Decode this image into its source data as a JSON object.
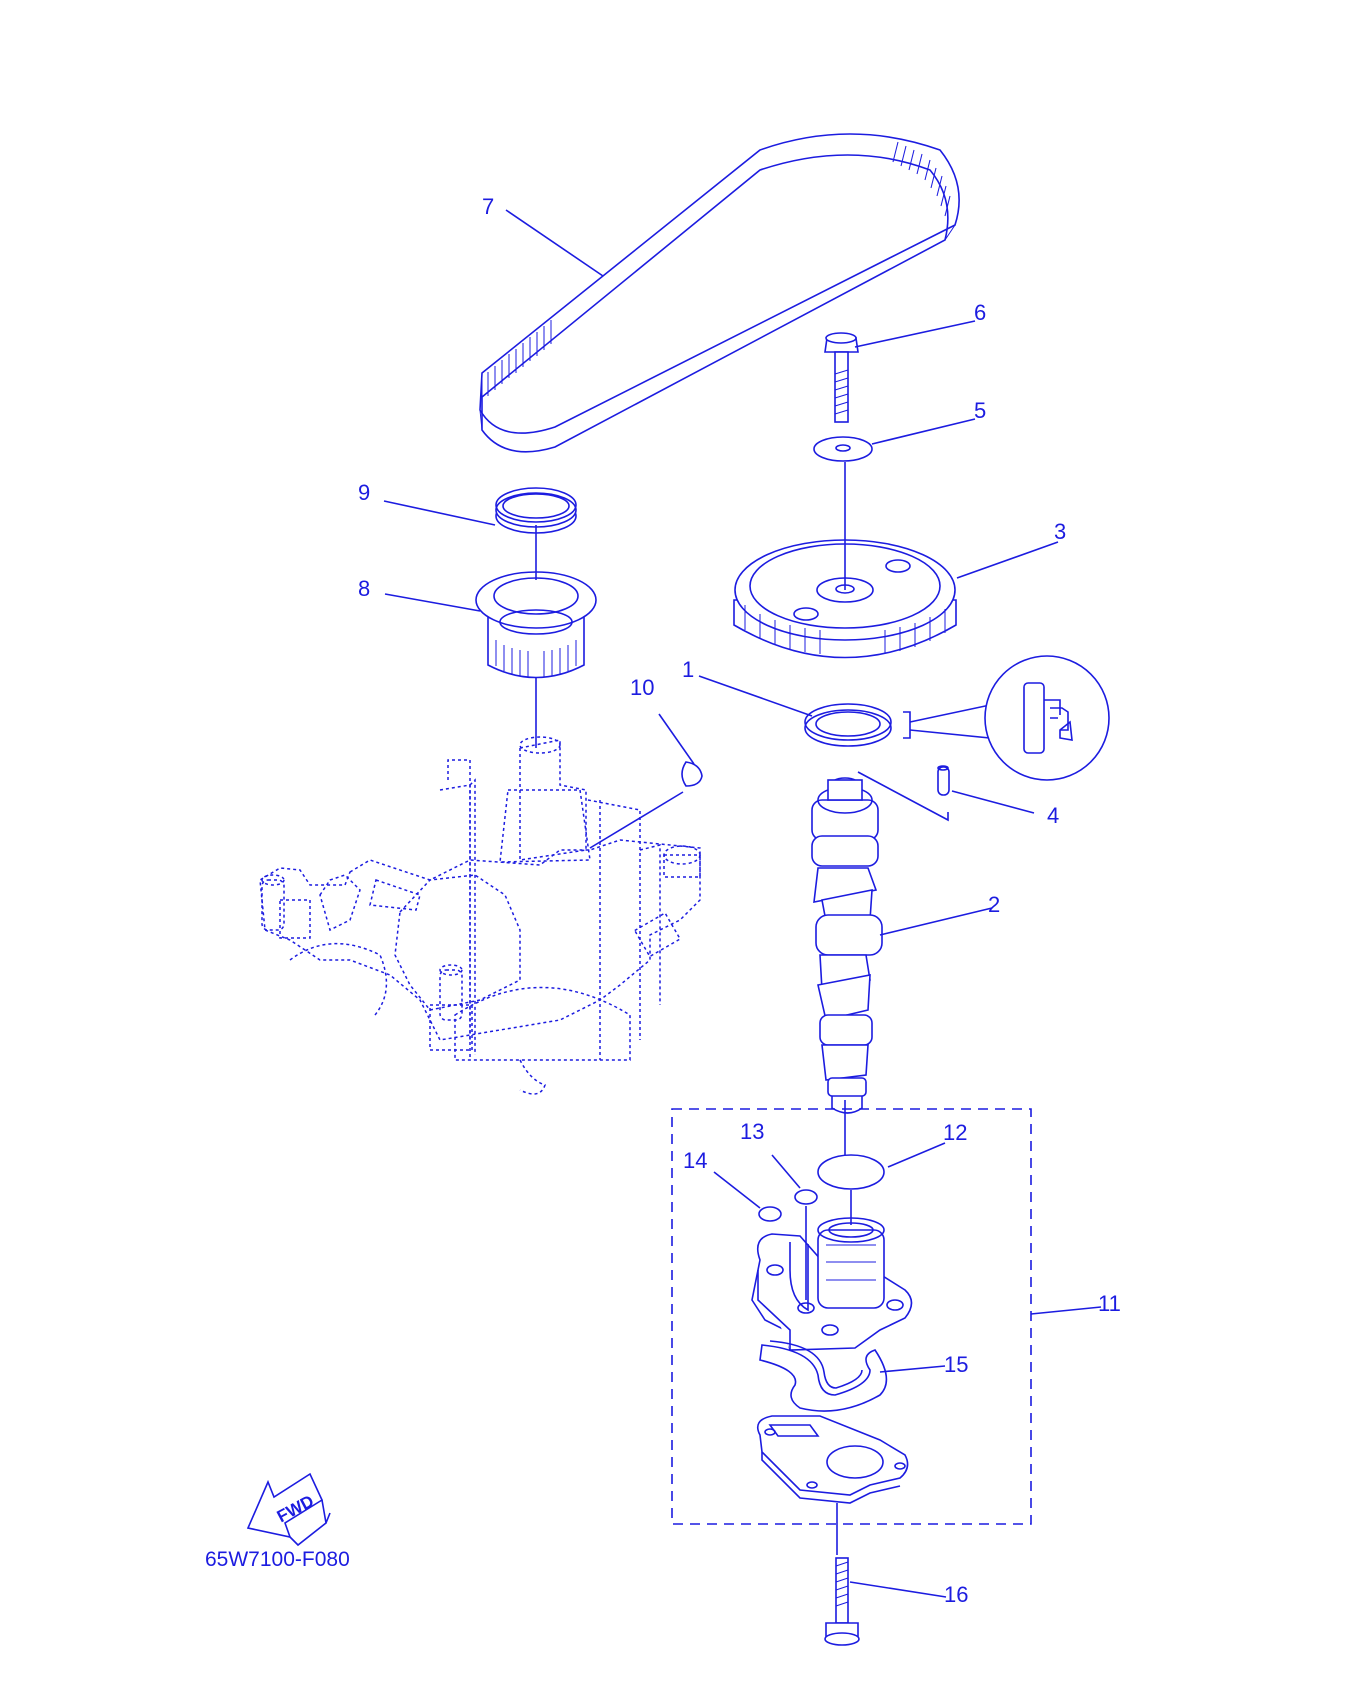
{
  "diagram_code": "65W7100-F080",
  "fwd_label": "FWD",
  "colors": {
    "line": "#1c1ce0",
    "background": "#ffffff"
  },
  "callouts": [
    "1",
    "2",
    "3",
    "4",
    "5",
    "6",
    "7",
    "8",
    "9",
    "10",
    "11",
    "12",
    "13",
    "14",
    "15",
    "16"
  ]
}
